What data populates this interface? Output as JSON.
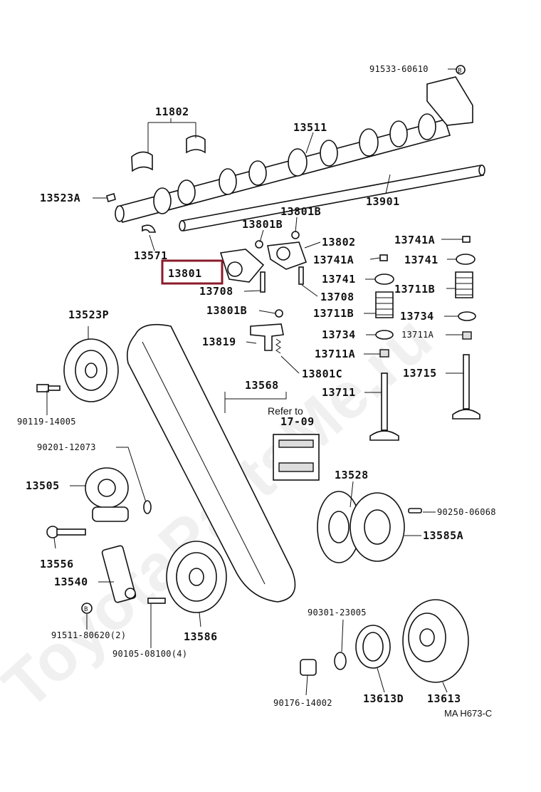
{
  "watermark": "ToyotaPartsMe.ru",
  "diagram_code": "MA H673-C",
  "highlighted_part": "13801",
  "parts": {
    "p91533": "91533-60610",
    "p11802": "11802",
    "p13511": "13511",
    "p13523A": "13523A",
    "p13901": "13901",
    "p13801B_a": "13801B",
    "p13801B_b": "13801B",
    "p13802": "13802",
    "p13741A_a": "13741A",
    "p13741A_b": "13741A",
    "p13741_a": "13741",
    "p13741_b": "13741",
    "p13571": "13571",
    "p13801": "13801",
    "p13708_a": "13708",
    "p13708_b": "13708",
    "p13711B_a": "13711B",
    "p13711B_b": "13711B",
    "p13801B_c": "13801B",
    "p13734_a": "13734",
    "p13734_b": "13734",
    "p13523P": "13523P",
    "p13819": "13819",
    "p13711A_a": "13711A",
    "p13711A_b": "13711A",
    "p13801C": "13801C",
    "p13715": "13715",
    "p13711": "13711",
    "p13568": "13568",
    "p90119": "90119-14005",
    "refer_line1": "Refer to",
    "refer_line2": "17-09",
    "p90201": "90201-12073",
    "p13528": "13528",
    "p13505": "13505",
    "p90250": "90250-06068",
    "p13585A": "13585A",
    "p13556": "13556",
    "p13540": "13540",
    "p90301": "90301-23005",
    "p91511": "91511-80620(2)",
    "p13586": "13586",
    "p90105": "90105-08100(4)",
    "p90176": "90176-14002",
    "p13613D": "13613D",
    "p13613": "13613"
  },
  "colors": {
    "highlight": "#8a1a2a",
    "ink": "#111111"
  }
}
